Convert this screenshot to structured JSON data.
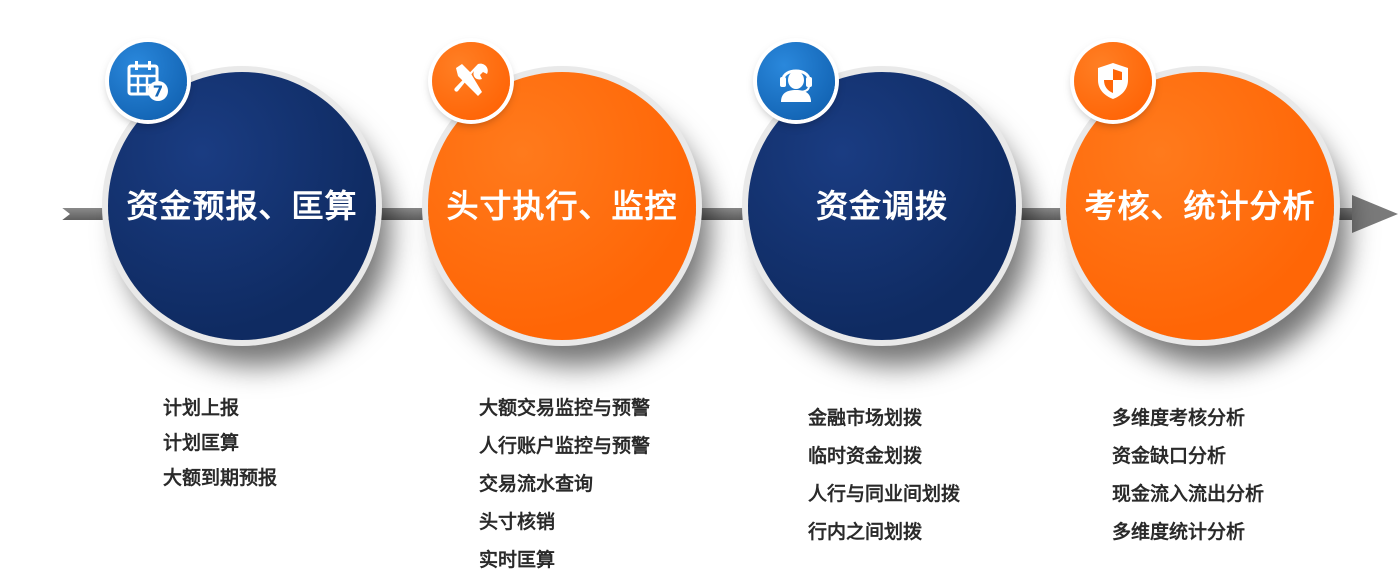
{
  "stages": [
    {
      "title": "资金预报、匡算",
      "icon": "calendar-icon",
      "items": [
        "计划上报",
        "计划匡算",
        "大额到期预报"
      ]
    },
    {
      "title": "头寸执行、监控",
      "icon": "tools-icon",
      "items": [
        "大额交易监控与预警",
        "人行账户监控与预警",
        "交易流水查询",
        "头寸核销",
        "实时匡算"
      ]
    },
    {
      "title": "资金调拨",
      "icon": "support-agent-icon",
      "items": [
        "金融市场划拨",
        "临时资金划拨",
        "人行与同业间划拨",
        "行内之间划拨"
      ]
    },
    {
      "title": "考核、统计分析",
      "icon": "shield-icon",
      "items": [
        "多维度考核分析",
        "资金缺口分析",
        "现金流入流出分析",
        "多维度统计分析"
      ]
    }
  ],
  "badges": {
    "calendar_number": "7"
  },
  "colors": {
    "navy": "#0f2b62",
    "orange": "#ff6606",
    "blue": "#1466b6",
    "arrow": "#7a7a7a"
  }
}
